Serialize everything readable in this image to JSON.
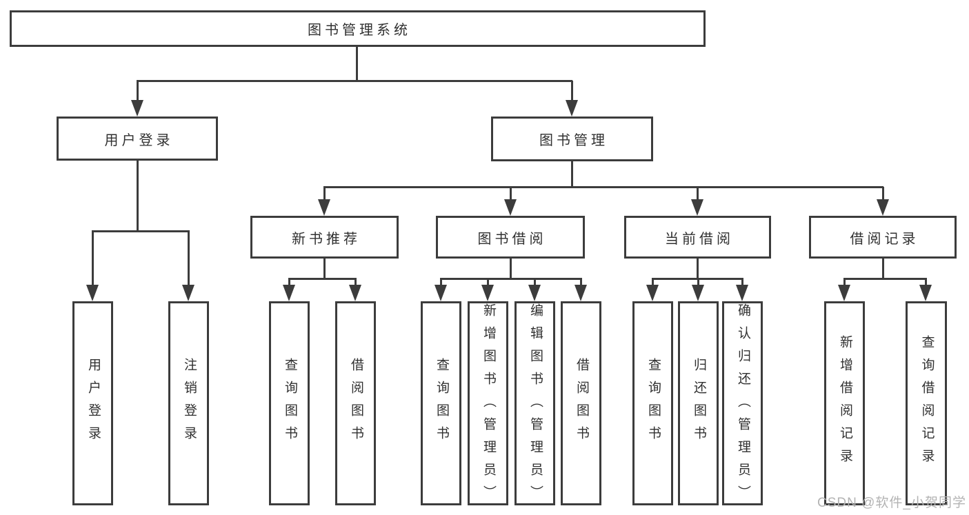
{
  "diagram": {
    "root": {
      "label": "图书管理系统"
    },
    "user_branch": {
      "label": "用户登录",
      "children": [
        {
          "label": "用户登录"
        },
        {
          "label": "注销登录"
        }
      ]
    },
    "management_branch": {
      "label": "图书管理",
      "groups": [
        {
          "label": "新书推荐",
          "children": [
            {
              "label": "查询图书"
            },
            {
              "label": "借阅图书"
            }
          ]
        },
        {
          "label": "图书借阅",
          "children": [
            {
              "label": "查询图书"
            },
            {
              "label": "新增图书（管理员）"
            },
            {
              "label": "编辑图书（管理员）"
            },
            {
              "label": "借阅图书"
            }
          ]
        },
        {
          "label": "当前借阅",
          "children": [
            {
              "label": "查询图书"
            },
            {
              "label": "归还图书"
            },
            {
              "label": "确认归还（管理员）"
            }
          ]
        },
        {
          "label": "借阅记录",
          "children": [
            {
              "label": "新增借阅记录"
            },
            {
              "label": "查询借阅记录"
            }
          ]
        }
      ]
    },
    "watermark": "CSDN @软件_小贺同学",
    "colors": {
      "line": "#3c3c3c",
      "text": "#303030",
      "background": "#ffffff",
      "watermark": "#b3b3b3"
    }
  }
}
